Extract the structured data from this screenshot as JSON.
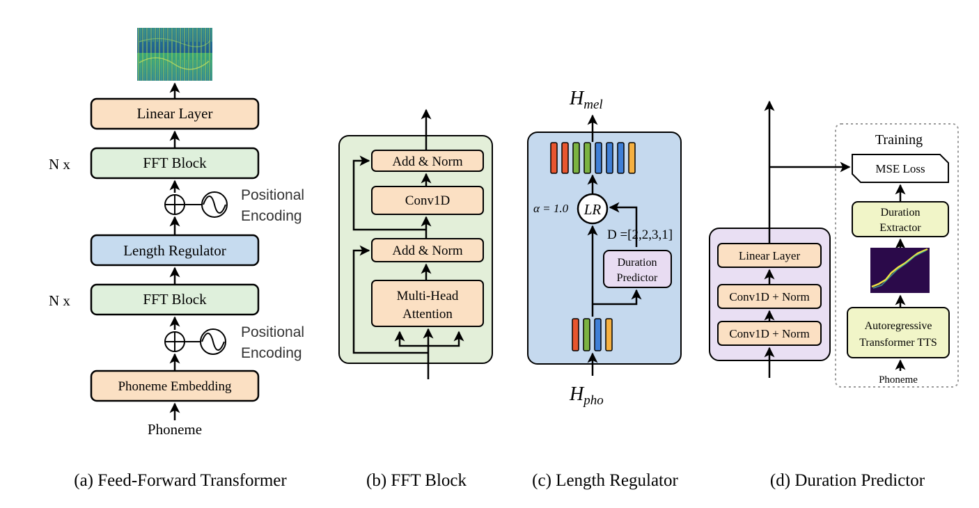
{
  "panel_a": {
    "caption": "(a) Feed-Forward Transformer",
    "linear_layer": "Linear Layer",
    "fft_block_top": "FFT Block",
    "nx_top": "N x",
    "positional_top_1": "Positional",
    "positional_top_2": "Encoding",
    "length_regulator": "Length Regulator",
    "fft_block_bottom": "FFT Block",
    "nx_bottom": "N x",
    "positional_bottom_1": "Positional",
    "positional_bottom_2": "Encoding",
    "phoneme_embedding": "Phoneme Embedding",
    "phoneme": "Phoneme"
  },
  "panel_b": {
    "caption": "(b) FFT Block",
    "add_norm_top": "Add & Norm",
    "conv1d": "Conv1D",
    "add_norm_bottom": "Add & Norm",
    "mha_1": "Multi-Head",
    "mha_2": "Attention"
  },
  "panel_c": {
    "caption": "(c) Length Regulator",
    "h_mel": "H",
    "h_mel_sub": "mel",
    "h_pho": "H",
    "h_pho_sub": "pho",
    "alpha": "α = 1.0",
    "lr": "LR",
    "d_label": "D =[2,2,3,1]",
    "duration_predictor_1": "Duration",
    "duration_predictor_2": "Predictor",
    "top_bar_colors": [
      "#e8562f",
      "#e8562f",
      "#7cb342",
      "#7cb342",
      "#3f7fd6",
      "#3f7fd6",
      "#3f7fd6",
      "#f5b041"
    ],
    "bottom_bar_colors": [
      "#e8562f",
      "#7cb342",
      "#3f7fd6",
      "#f5b041"
    ]
  },
  "panel_d": {
    "caption": "(d) Duration Predictor",
    "linear_layer": "Linear Layer",
    "conv_norm_top": "Conv1D + Norm",
    "conv_norm_bottom": "Conv1D + Norm",
    "training": "Training",
    "mse_loss": "MSE Loss",
    "duration_extractor_1": "Duration",
    "duration_extractor_2": "Extractor",
    "autoregressive_1": "Autoregressive",
    "autoregressive_2": "Transformer TTS",
    "phoneme": "Phoneme"
  }
}
